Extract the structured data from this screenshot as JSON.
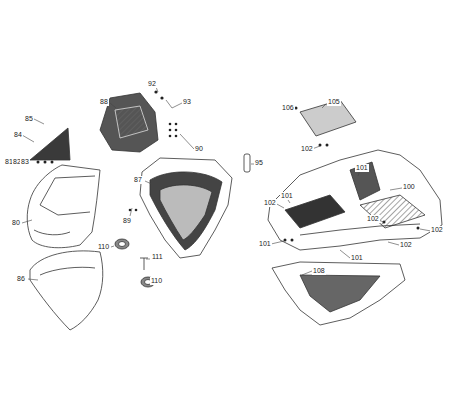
{
  "diagram": {
    "labels": [
      "85",
      "84",
      "81",
      "82",
      "83",
      "80",
      "86",
      "88",
      "92",
      "93",
      "90",
      "87",
      "89",
      "110",
      "111",
      "110",
      "95",
      "106",
      "105",
      "102",
      "101",
      "100",
      "101",
      "102",
      "102",
      "102",
      "101",
      "102",
      "101",
      "108"
    ]
  }
}
